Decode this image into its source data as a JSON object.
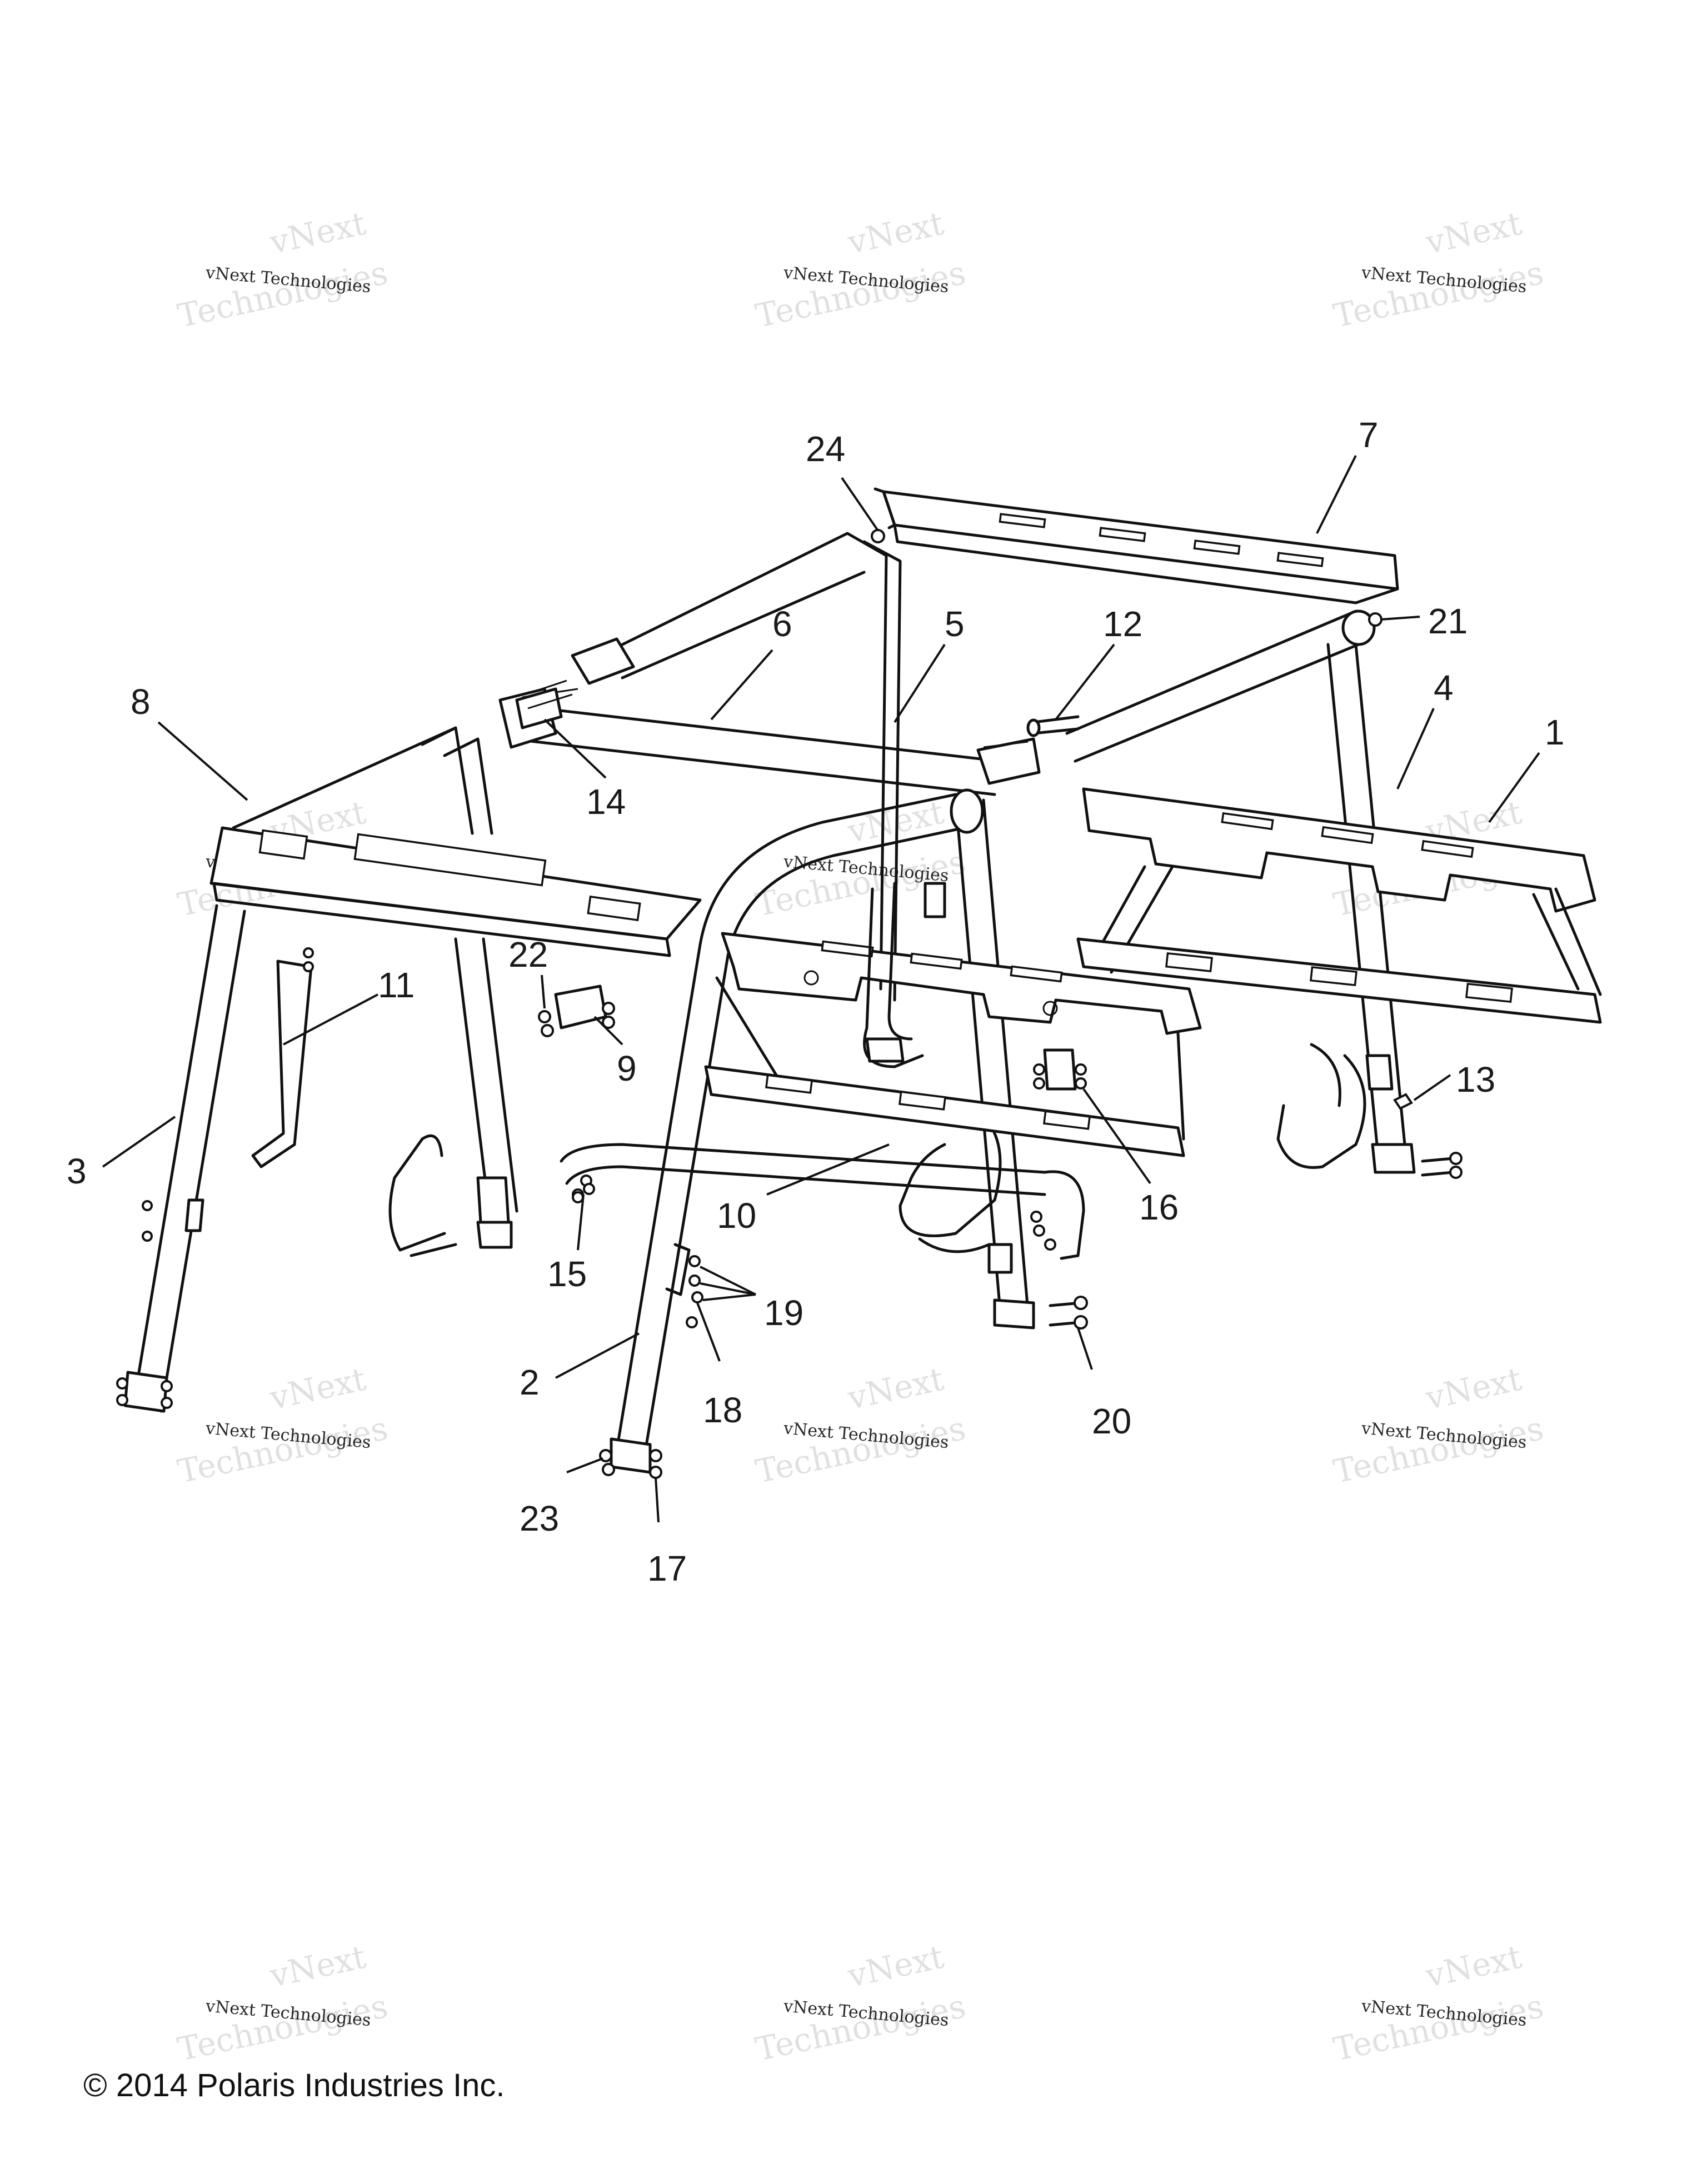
{
  "diagram": {
    "callouts": [
      {
        "label": "1"
      },
      {
        "label": "2"
      },
      {
        "label": "3"
      },
      {
        "label": "4"
      },
      {
        "label": "5"
      },
      {
        "label": "6"
      },
      {
        "label": "7"
      },
      {
        "label": "8"
      },
      {
        "label": "9"
      },
      {
        "label": "10"
      },
      {
        "label": "11"
      },
      {
        "label": "12"
      },
      {
        "label": "13"
      },
      {
        "label": "14"
      },
      {
        "label": "15"
      },
      {
        "label": "16"
      },
      {
        "label": "17"
      },
      {
        "label": "18"
      },
      {
        "label": "19"
      },
      {
        "label": "20"
      },
      {
        "label": "21"
      },
      {
        "label": "22"
      },
      {
        "label": "23"
      },
      {
        "label": "24"
      }
    ]
  },
  "watermark": {
    "line1": "vNext Technologies",
    "line2": "vNext",
    "line3": "Technologies"
  },
  "footer": {
    "copyright": "© 2014 Polaris Industries Inc."
  }
}
